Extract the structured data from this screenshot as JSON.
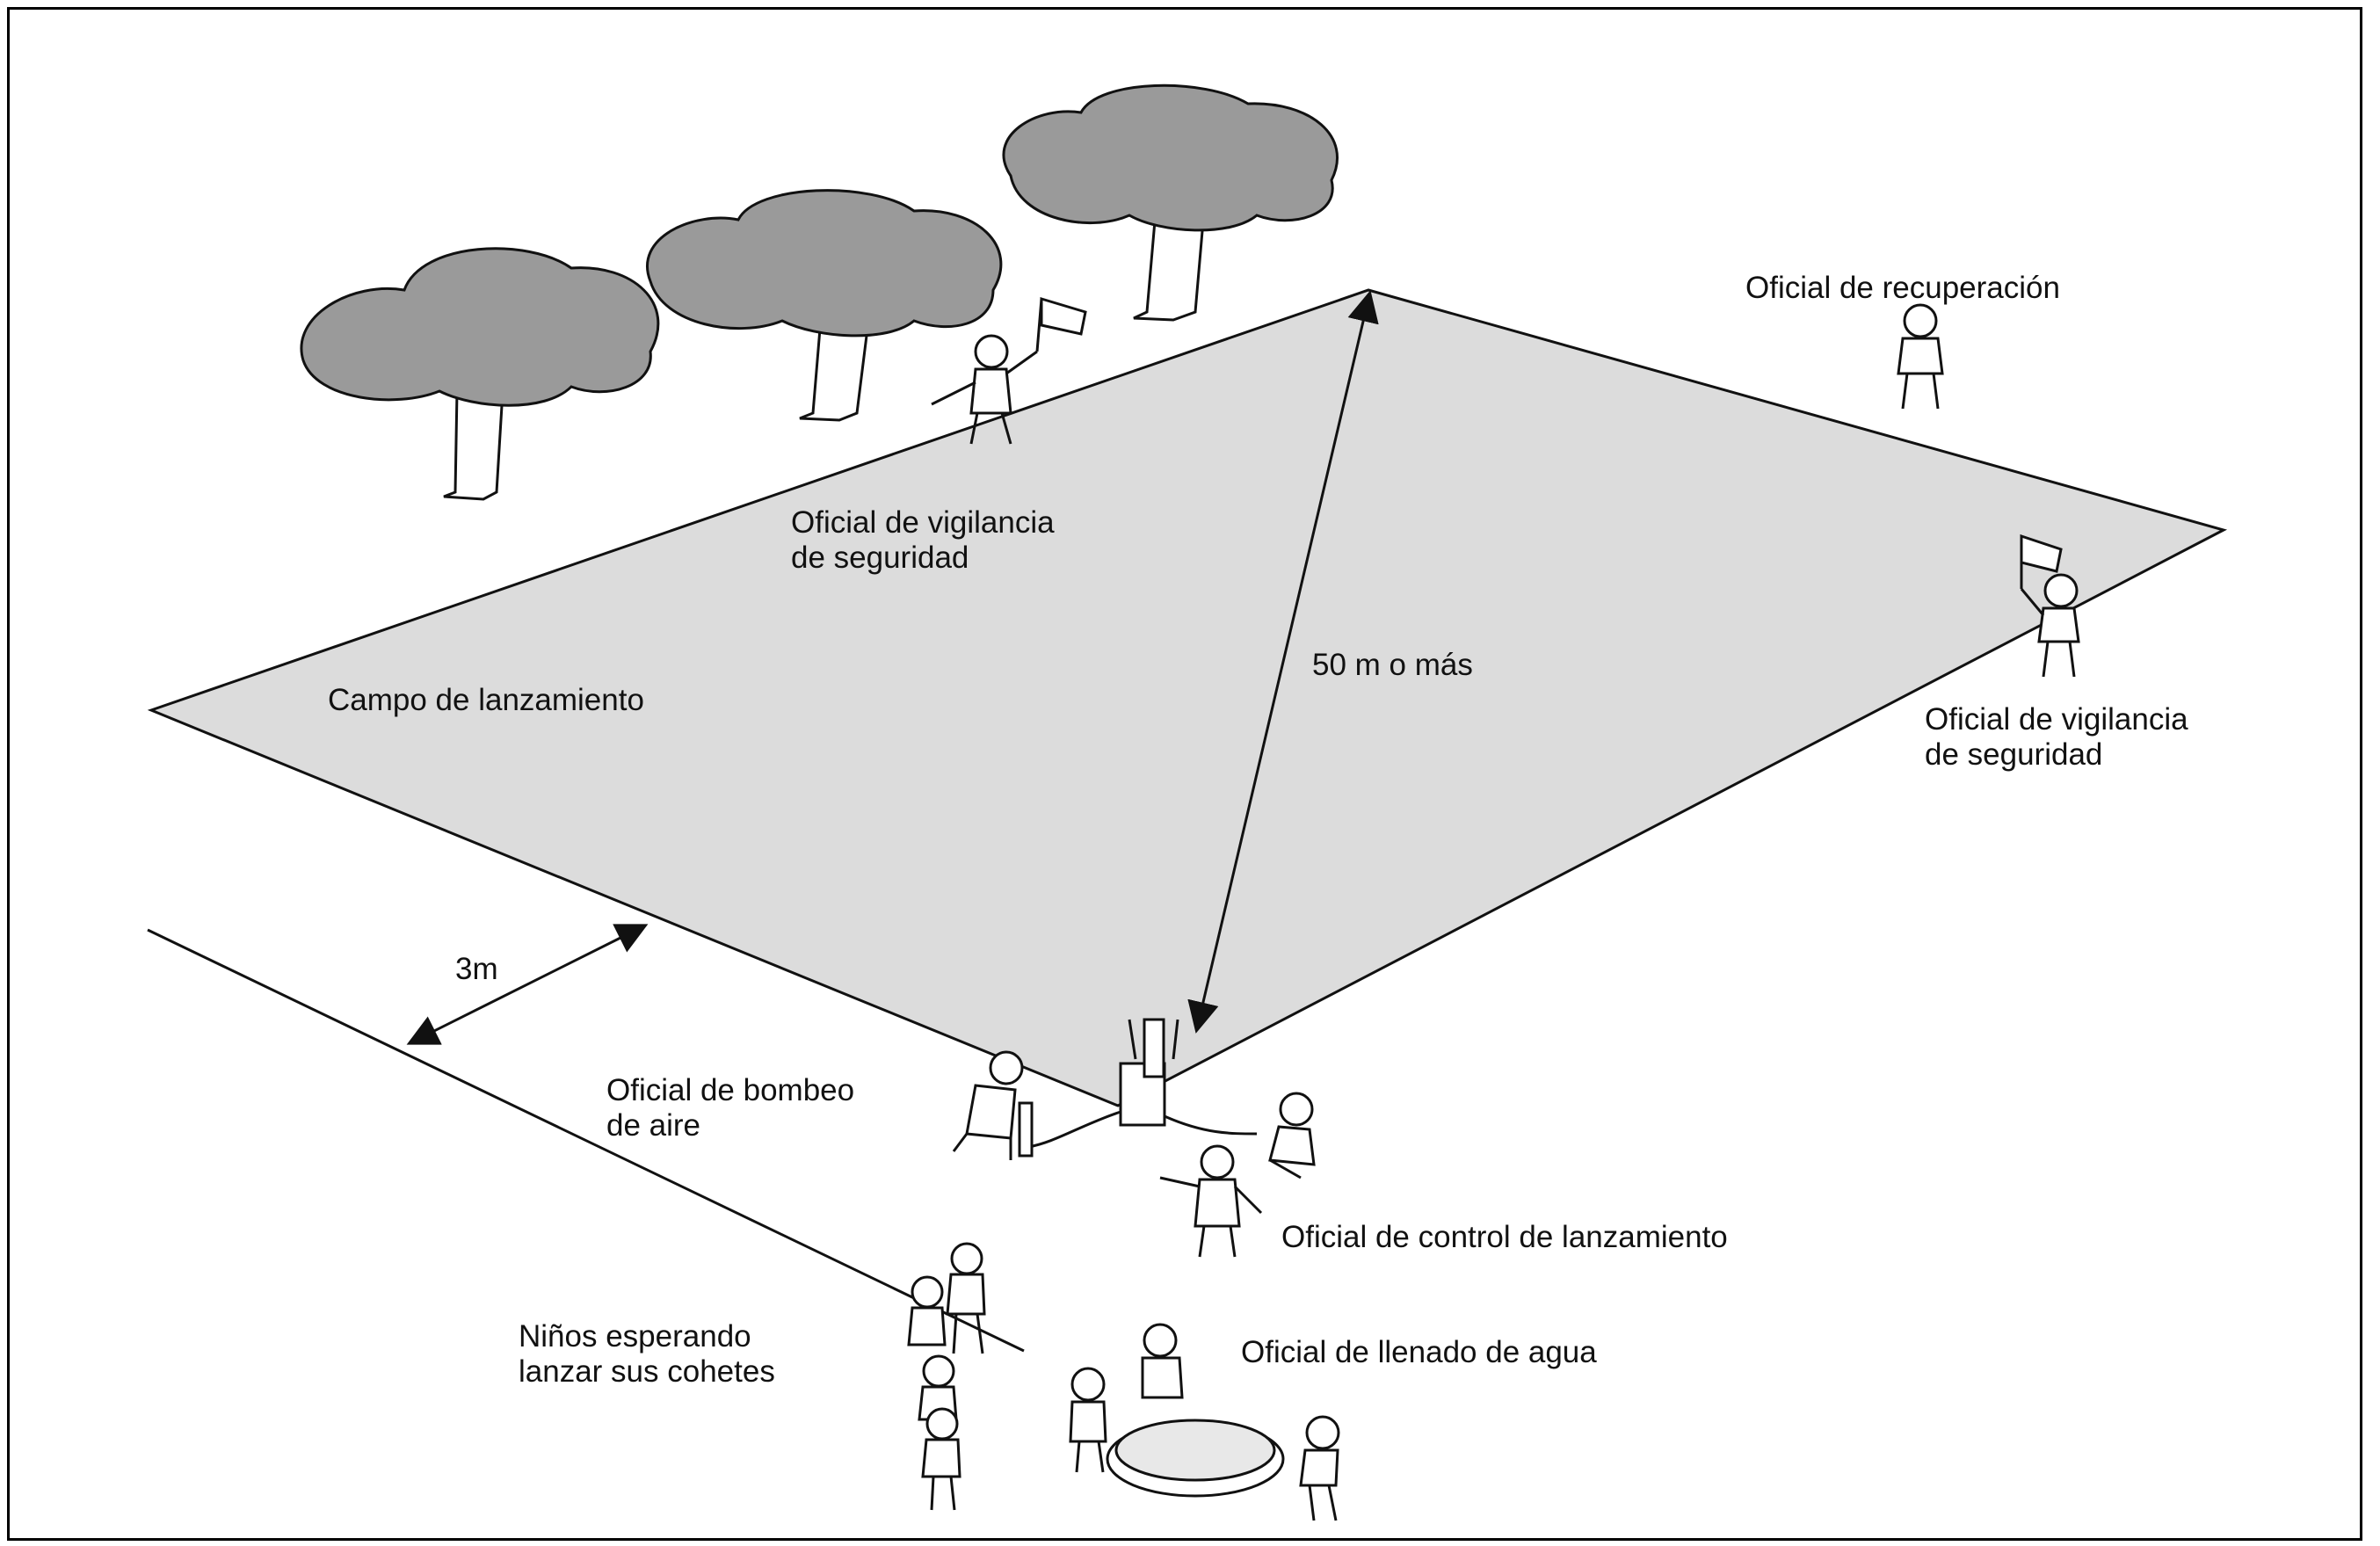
{
  "labels": {
    "field": "Campo de lanzamiento",
    "distance": "50 m o más",
    "buffer": "3m",
    "safety_left_1": "Oficial de vigilancia",
    "safety_left_2": "de seguridad",
    "safety_right_1": "Oficial de vigilancia",
    "safety_right_2": "de seguridad",
    "recovery": "Oficial de recuperación",
    "pump_1": "Oficial de bombeo",
    "pump_2": "de aire",
    "control": "Oficial de control de lanzamiento",
    "water": "Oficial de llenado de agua",
    "waiting_1": "Niños esperando",
    "waiting_2": "lanzar sus cohetes"
  },
  "colors": {
    "field_fill": "#dcdcdc",
    "tree_fill": "#9a9a9a",
    "line": "#111111"
  }
}
